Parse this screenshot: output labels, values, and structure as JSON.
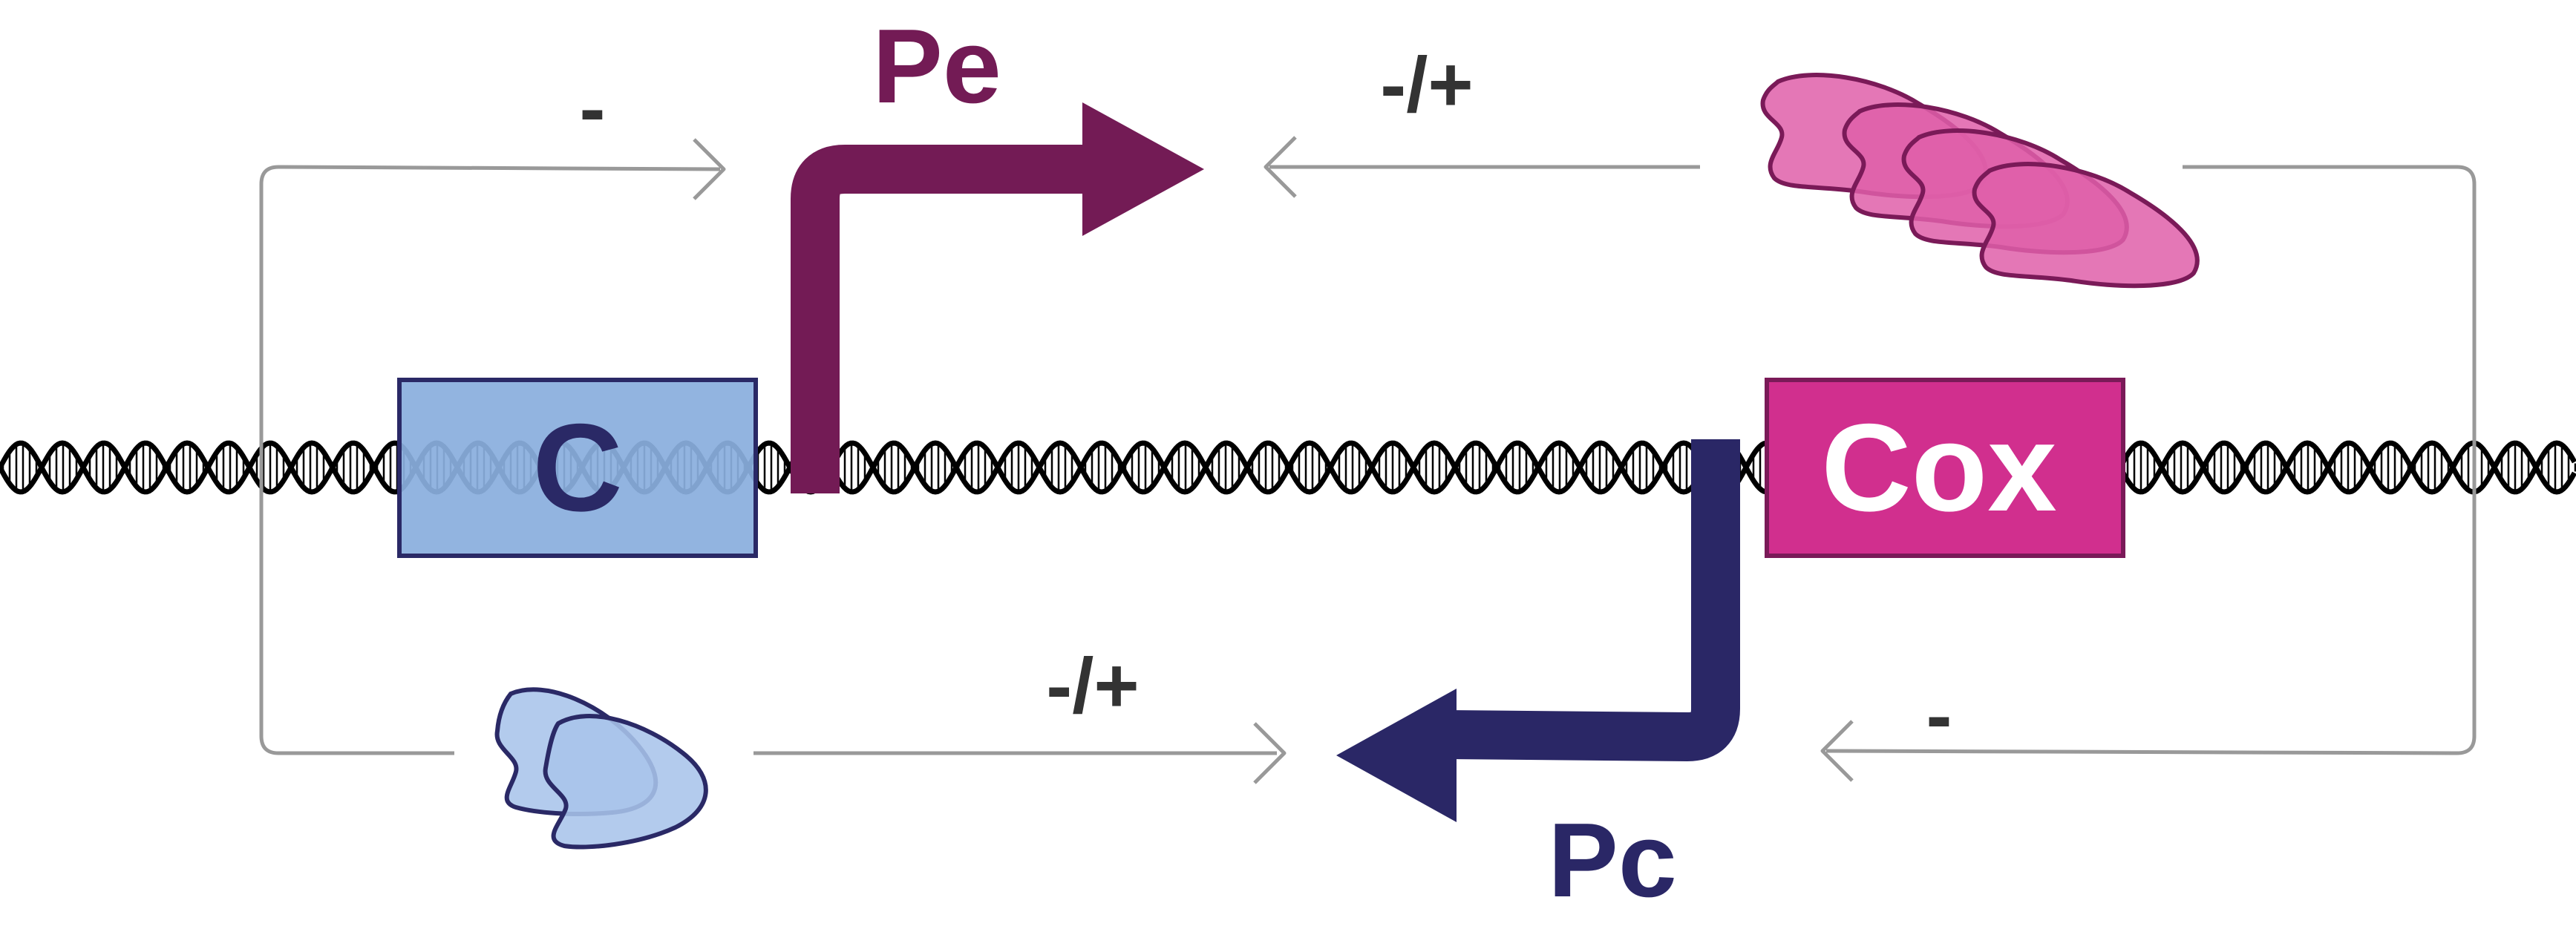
{
  "genes": {
    "c": {
      "label": "C"
    },
    "cox": {
      "label": "Cox"
    }
  },
  "promoters": {
    "pe": {
      "label": "Pe"
    },
    "pc": {
      "label": "Pc"
    }
  },
  "regulation": {
    "c_on_pe": "-",
    "cox_on_pe": "-/+",
    "c_on_pc": "-/+",
    "cox_on_pc": "-"
  },
  "colors": {
    "c_gene_fill": "#8aaede",
    "c_gene_stroke": "#2a2966",
    "c_text": "#2a2966",
    "cox_gene_fill": "#d12f8e",
    "cox_text": "#ffffff",
    "pe_arrow": "#731b55",
    "pc_arrow": "#2a2766",
    "cox_protein_fill": "#df5fa9",
    "cox_protein_stroke": "#7a1a58",
    "c_protein_fill": "#a8c4ea",
    "c_protein_stroke": "#2a2966",
    "feedback_line": "#999999",
    "sign_text": "#333333"
  }
}
